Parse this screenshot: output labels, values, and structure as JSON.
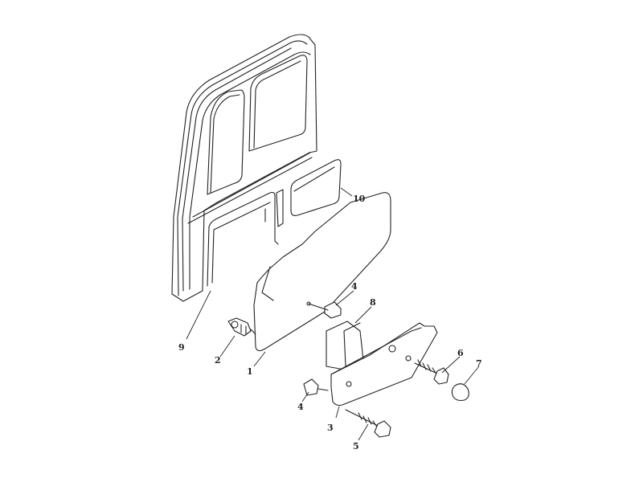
{
  "diagram": {
    "callouts": [
      {
        "id": "part-1",
        "label": "1"
      },
      {
        "id": "part-2",
        "label": "2"
      },
      {
        "id": "part-3",
        "label": "3"
      },
      {
        "id": "part-4a",
        "label": "4"
      },
      {
        "id": "part-4b",
        "label": "4"
      },
      {
        "id": "part-5",
        "label": "5"
      },
      {
        "id": "part-6",
        "label": "6"
      },
      {
        "id": "part-7",
        "label": "7"
      },
      {
        "id": "part-8",
        "label": "8"
      },
      {
        "id": "part-9",
        "label": "9"
      },
      {
        "id": "part-10",
        "label": "10"
      }
    ]
  }
}
